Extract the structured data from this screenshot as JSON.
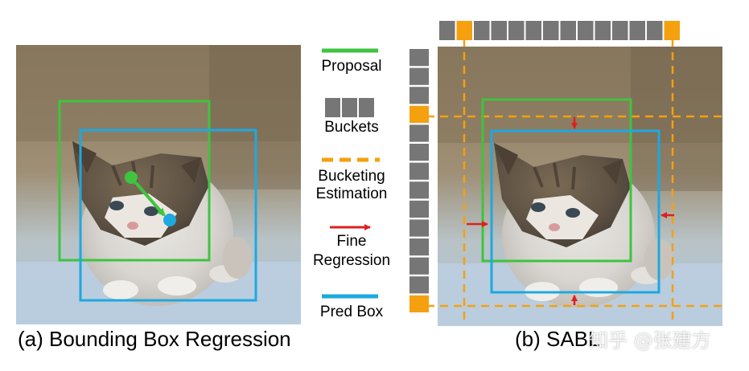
{
  "colors": {
    "proposal": "#3ec43e",
    "pred_box": "#1ea8e0",
    "bucket": "#767676",
    "bucket_active": "#f5a00f",
    "bucketing_estimation": "#f5a00f",
    "fine_regression": "#e0201e",
    "image_blur": "#8a7a5f"
  },
  "legend": {
    "proposal": "Proposal",
    "buckets": "Buckets",
    "bucketing_estimation_line1": "Bucketing",
    "bucketing_estimation_line2": "Estimation",
    "fine_regression_line1": "Fine",
    "fine_regression_line2": "Regression",
    "pred_box": "Pred Box"
  },
  "captions": {
    "left": "(a) Bounding Box Regression",
    "right": "(b) SABL"
  },
  "watermark": "知乎 @张建方",
  "buckets": {
    "top_count": 14,
    "top_active": [
      1,
      13
    ],
    "left_count": 14,
    "left_active": [
      3,
      13
    ]
  },
  "icons": {
    "legend_proposal": "green-line-icon",
    "legend_buckets": "bucket-squares-icon",
    "legend_estimation": "orange-dashed-line-icon",
    "legend_regression": "red-arrow-icon",
    "legend_pred_box": "blue-line-icon"
  }
}
